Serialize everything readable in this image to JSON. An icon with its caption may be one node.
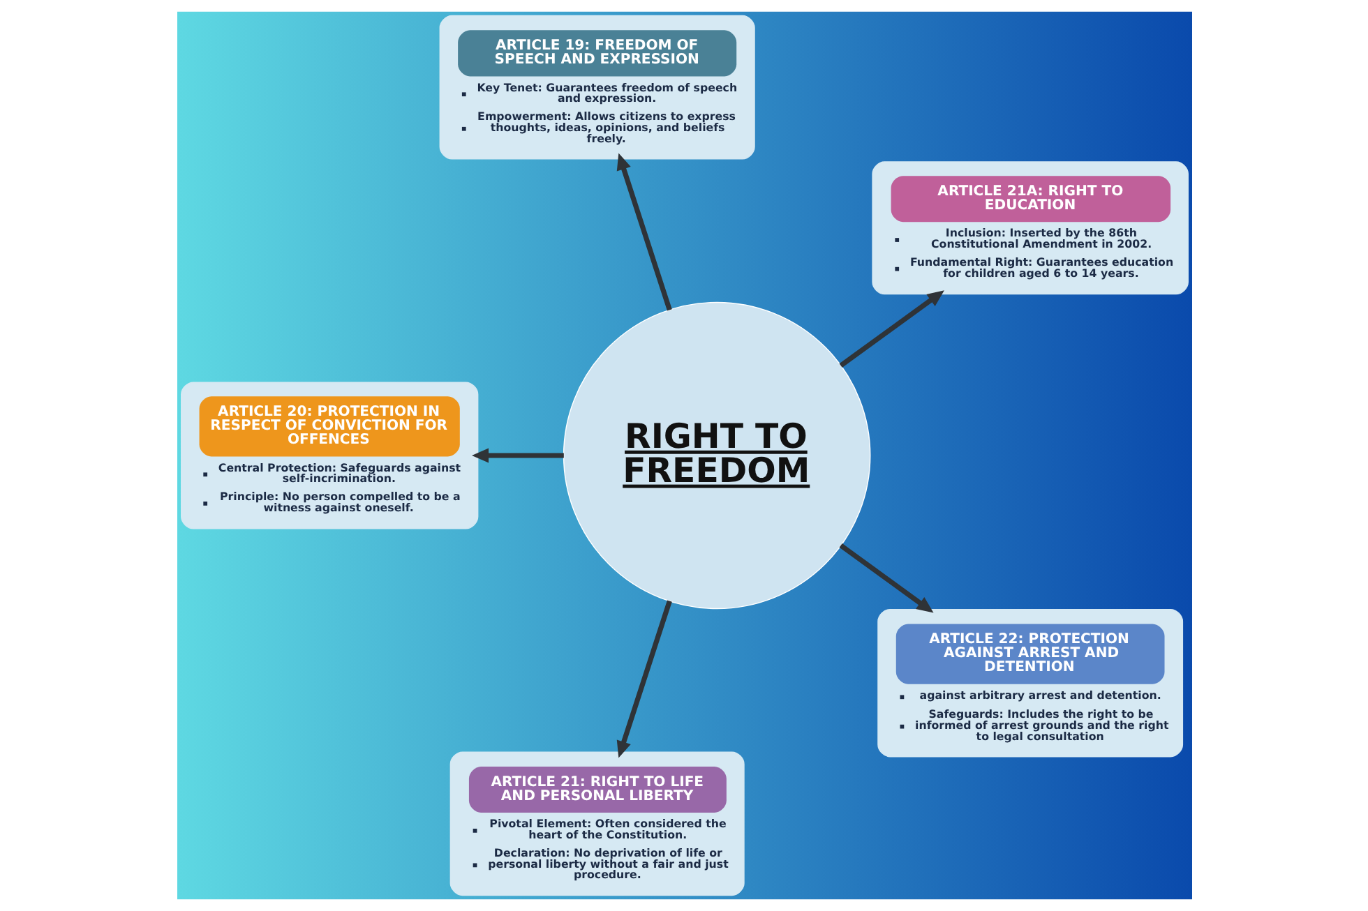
{
  "diagram": {
    "nodes": [
      {
        "text": [
          "RIGHT TO FREEDOM"
        ]
      },
      {
        "text": [
          "ARTICLE 19: FREEDOM OF SPEECH AND EXPRESSION",
          "Key Tenet: Guarantees freedom of speech and expression.",
          "Empowerment: Allows citizens to express thoughts, ideas, opinions, and beliefs freely."
        ]
      },
      {
        "text": [
          "ARTICLE 21A: RIGHT TO EDUCATION",
          "Inclusion: Inserted by the 86th Constitutional Amendment in 2002.",
          "Fundamental Right: Guarantees education for children aged 6 to 14 years."
        ]
      },
      {
        "text": [
          "ARTICLE 20: PROTECTION IN RESPECT OF CONVICTION FOR OFFENCES",
          "Central Protection: Safeguards against self-incrimination.",
          "Principle: No person compelled to be a witness against oneself."
        ]
      },
      {
        "text": [
          "ARTICLE 22: PROTECTION AGAINST ARREST AND DETENTION",
          "against arbitrary arrest and detention.",
          "Safeguards: Includes the right to be informed of arrest grounds and the right to legal consultation"
        ]
      },
      {
        "text": [
          "ARTICLE 21: RIGHT TO LIFE AND PERSONAL LIBERTY",
          "Pivotal Element: Often considered the heart of the Constitution.",
          "Declaration: No deprivation of life or personal liberty without a fair and just procedure."
        ]
      }
    ],
    "edges": [
      {
        "from": 0,
        "to": 1,
        "arrow": "to"
      },
      {
        "from": 0,
        "to": 2,
        "arrow": "to"
      },
      {
        "from": 0,
        "to": 4,
        "arrow": "to"
      },
      {
        "from": 0,
        "to": 5,
        "arrow": "to"
      },
      {
        "from": 0,
        "to": 3,
        "arrow": "to"
      }
    ]
  }
}
